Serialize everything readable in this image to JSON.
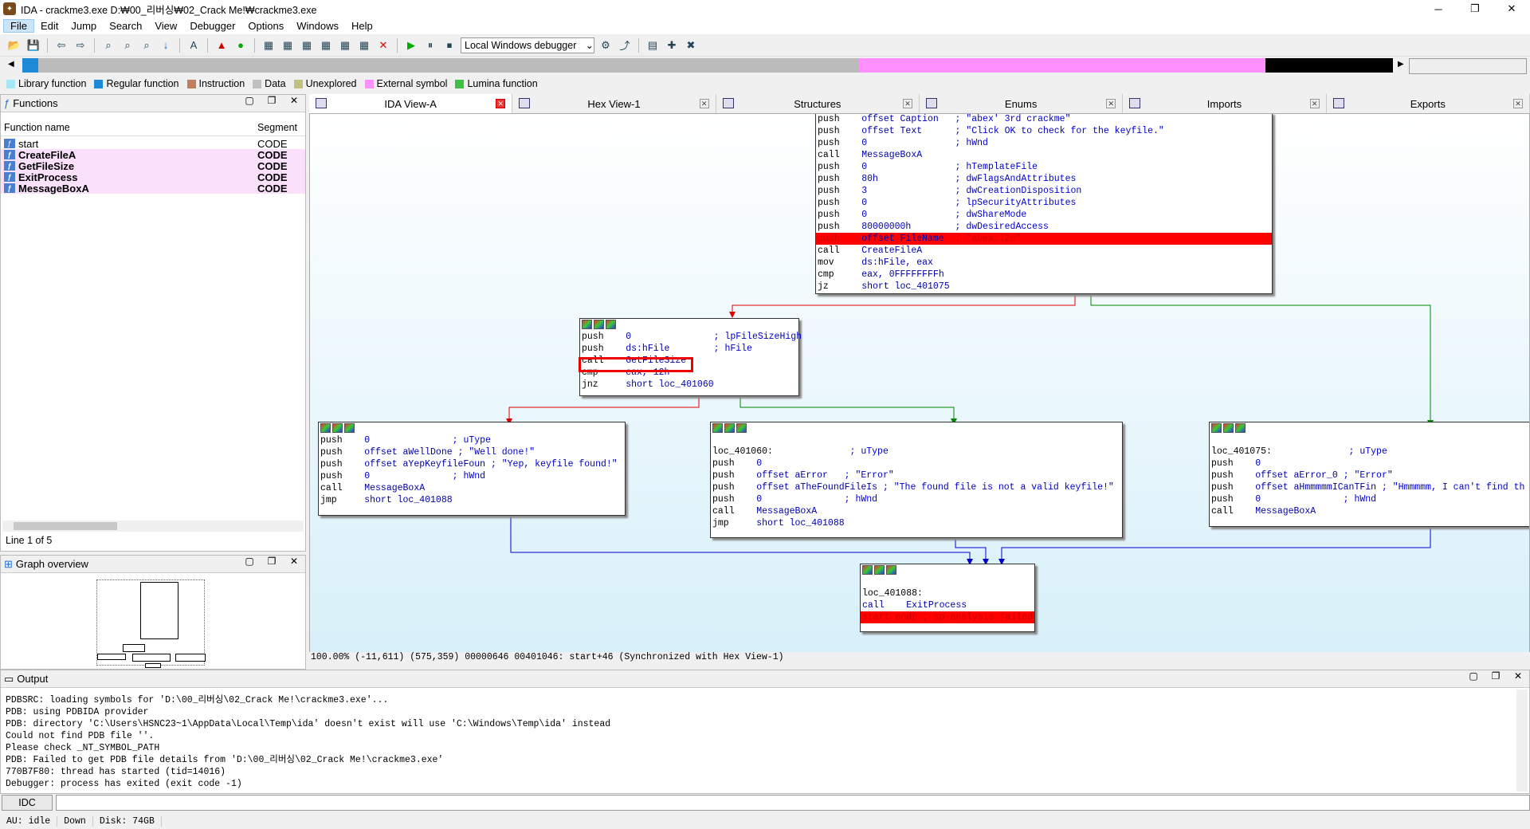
{
  "window": {
    "title": "IDA - crackme3.exe D:₩00_리버싱₩02_Crack Me!₩crackme3.exe",
    "min": "─",
    "max": "❐",
    "close": "✕"
  },
  "menu": [
    "File",
    "Edit",
    "Jump",
    "Search",
    "View",
    "Debugger",
    "Options",
    "Windows",
    "Help"
  ],
  "toolbar": {
    "debugger_select": "Local Windows debugger"
  },
  "legend": [
    {
      "label": "Library function",
      "color": "#a6e6f5"
    },
    {
      "label": "Regular function",
      "color": "#1e8ad7"
    },
    {
      "label": "Instruction",
      "color": "#c08060"
    },
    {
      "label": "Data",
      "color": "#c0c0c0"
    },
    {
      "label": "Unexplored",
      "color": "#c0c080"
    },
    {
      "label": "External symbol",
      "color": "#ff90ff"
    },
    {
      "label": "Lumina function",
      "color": "#40c040"
    }
  ],
  "functions": {
    "title": "Functions",
    "col_name": "Function name",
    "col_segment": "Segment",
    "rows": [
      {
        "name": "start",
        "seg": "CODE",
        "bold": false
      },
      {
        "name": "CreateFileA",
        "seg": "CODE",
        "bold": true
      },
      {
        "name": "GetFileSize",
        "seg": "CODE",
        "bold": true
      },
      {
        "name": "ExitProcess",
        "seg": "CODE",
        "bold": true
      },
      {
        "name": "MessageBoxA",
        "seg": "CODE",
        "bold": true
      }
    ],
    "status": "Line 1 of 5"
  },
  "graph_overview": {
    "title": "Graph overview"
  },
  "tabs": [
    "IDA View-A",
    "Hex View-1",
    "Structures",
    "Enums",
    "Imports",
    "Exports"
  ],
  "blocks": {
    "b0": [
      [
        "push",
        "offset Caption",
        "; \"abex' 3rd crackme\""
      ],
      [
        "push",
        "offset Text",
        "; \"Click OK to check for the keyfile.\""
      ],
      [
        "push",
        "0",
        "; hWnd"
      ],
      [
        "call",
        "MessageBoxA",
        ""
      ],
      [
        "push",
        "0",
        "; hTemplateFile"
      ],
      [
        "push",
        "80h",
        "; dwFlagsAndAttributes"
      ],
      [
        "push",
        "3",
        "; dwCreationDisposition"
      ],
      [
        "push",
        "0",
        "; lpSecurityAttributes"
      ],
      [
        "push",
        "0",
        "; dwShareMode"
      ],
      [
        "push",
        "80000000h",
        "; dwDesiredAccess"
      ],
      [
        "push",
        "offset FileName",
        "; \"abex.l2c\""
      ],
      [
        "call",
        "CreateFileA",
        ""
      ],
      [
        "mov",
        "ds:hFile, eax",
        ""
      ],
      [
        "cmp",
        "eax, 0FFFFFFFFh",
        ""
      ],
      [
        "jz",
        "short loc_401075",
        ""
      ]
    ],
    "b1": [
      [
        "push",
        "0",
        "; lpFileSizeHigh"
      ],
      [
        "push",
        "ds:hFile",
        "; hFile"
      ],
      [
        "call",
        "GetFileSize",
        ""
      ],
      [
        "cmp",
        "eax, 12h",
        ""
      ],
      [
        "jnz",
        "short loc_401060",
        ""
      ]
    ],
    "b2": [
      [
        "push",
        "0",
        "; uType"
      ],
      [
        "push",
        "offset aWellDone",
        "; \"Well done!\""
      ],
      [
        "push",
        "offset aYepKeyfileFoun",
        "; \"Yep, keyfile found!\""
      ],
      [
        "push",
        "0",
        "; hWnd"
      ],
      [
        "call",
        "MessageBoxA",
        ""
      ],
      [
        "jmp",
        "short loc_401088",
        ""
      ]
    ],
    "b3_label": "loc_401060:",
    "b3_label_cm": "; uType",
    "b3": [
      [
        "push",
        "0",
        ""
      ],
      [
        "push",
        "offset aError",
        "; \"Error\""
      ],
      [
        "push",
        "offset aTheFoundFileIs",
        "; \"The found file is not a valid keyfile!\""
      ],
      [
        "push",
        "0",
        "; hWnd"
      ],
      [
        "call",
        "MessageBoxA",
        ""
      ],
      [
        "jmp",
        "short loc_401088",
        ""
      ]
    ],
    "b4_label": "loc_401075:",
    "b4_label_cm": "; uType",
    "b4": [
      [
        "push",
        "0",
        ""
      ],
      [
        "push",
        "offset aError_0",
        "; \"Error\""
      ],
      [
        "push",
        "offset aHmmmmmICanTFin",
        "; \"Hmmmmm, I can't find th"
      ],
      [
        "push",
        "0",
        "; hWnd"
      ],
      [
        "call",
        "MessageBoxA",
        ""
      ]
    ],
    "b5_label": "loc_401088:",
    "b5_call": "call    ExitProcess",
    "b5_end": "start endp ; sp-analysis failed"
  },
  "graph_status": "100.00% (-11,611) (575,359) 00000646 00401046: start+46 (Synchronized with Hex View-1)",
  "output": {
    "title": "Output",
    "lines": [
      "PDBSRC: loading symbols for 'D:\\00_리버싱\\02_Crack Me!\\crackme3.exe'...",
      "PDB: using PDBIDA provider",
      "PDB: directory 'C:\\Users\\HSNC23~1\\AppData\\Local\\Temp\\ida' doesn't exist will use 'C:\\Windows\\Temp\\ida' instead",
      "Could not find PDB file ''.",
      "Please check _NT_SYMBOL_PATH",
      "PDB: Failed to get PDB file details from 'D:\\00_리버싱\\02_Crack Me!\\crackme3.exe'",
      "770B7F80: thread has started (tid=14016)",
      "Debugger: process has exited (exit code -1)"
    ]
  },
  "idc_label": "IDC",
  "status": {
    "au": "AU:  idle",
    "dir": "Down",
    "disk": "Disk: 74GB"
  }
}
